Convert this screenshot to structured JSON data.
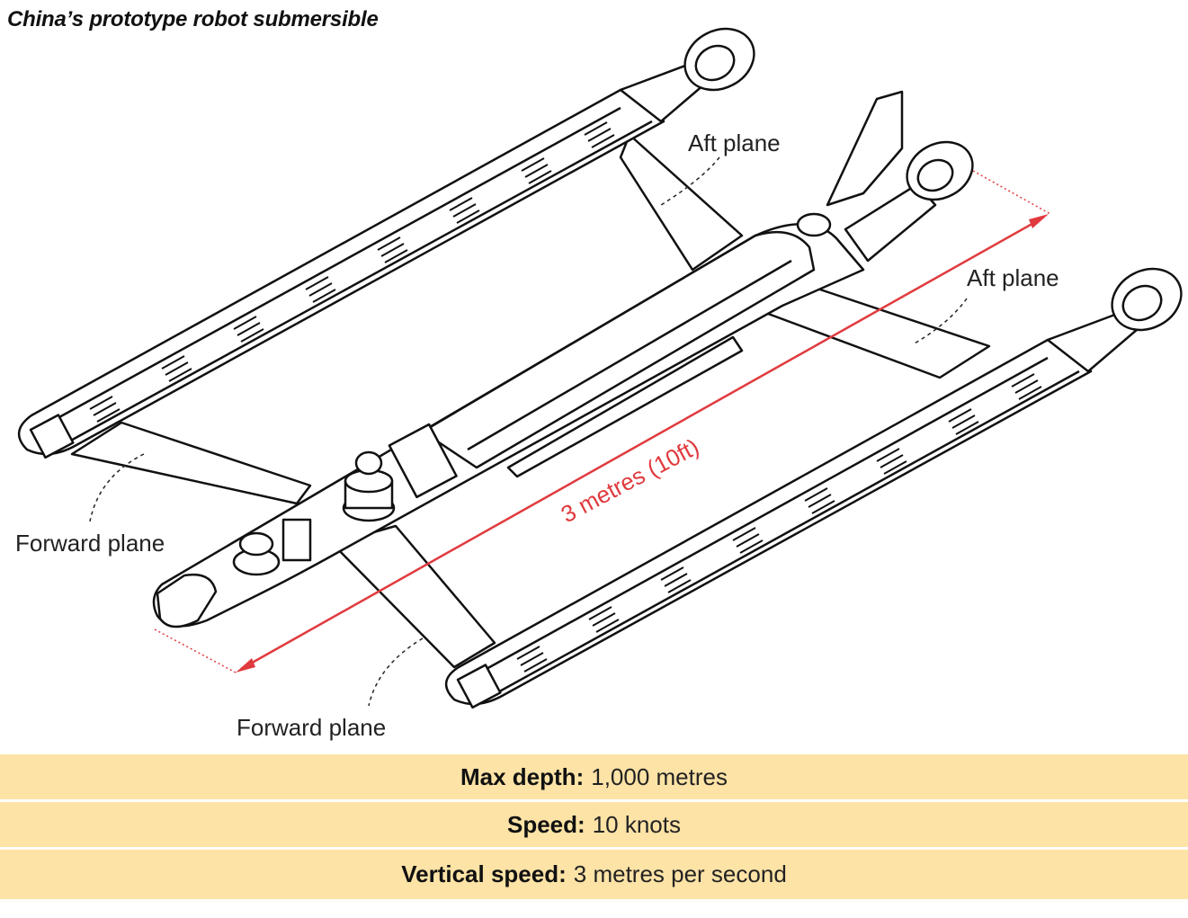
{
  "title": "China’s prototype robot submersible",
  "labels": {
    "aft_plane_left": "Aft plane",
    "aft_plane_right": "Aft plane",
    "forward_plane_left": "Forward plane",
    "forward_plane_bottom": "Forward plane",
    "length": "3 metres (10ft)"
  },
  "specs": [
    {
      "label": "Max depth:",
      "value": "1,000 metres"
    },
    {
      "label": "Speed:",
      "value": "10 knots"
    },
    {
      "label": "Vertical speed:",
      "value": "3 metres per second"
    }
  ],
  "colors": {
    "accent": "#e03a3e",
    "panel": "#fde3a6",
    "line": "#111111"
  }
}
